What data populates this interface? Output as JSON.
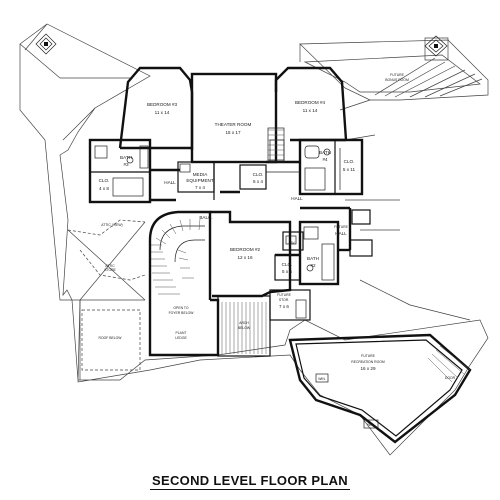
{
  "caption": "SECOND LEVEL FLOOR PLAN",
  "rooms": {
    "bedroom3_name": "BEDROOM #3",
    "bedroom3_dims": "11 x 14",
    "theater_name": "THEATER ROOM",
    "theater_dims": "15 x 17",
    "bedroom4_name": "BEDROOM #4",
    "bedroom4_dims": "11 x 14",
    "bath4_name": "BATH",
    "bath4_num": "#4",
    "clo_right_name": "CLO.",
    "clo_right_dims": "5 x 11",
    "bath3_name": "BATH",
    "bath3_num": "#3",
    "clo_left_name": "CLO.",
    "clo_left_dims": "4 x 8",
    "hall_left": "HALL",
    "media_name": "MEDIA",
    "media_sub": "EQUIPMENT",
    "media_dims": "7 x 4",
    "clo_mid_name": "CLO.",
    "clo_mid_dims": "5 x 4",
    "hall_right": "HALL",
    "bedroom2_name": "BEDROOM #2",
    "bedroom2_dims": "12 x 16",
    "balc": "BALC.",
    "attic_tl": "ATTIC (VIEW)",
    "roof_below": "ROOF BELOW",
    "attic_left": "ATTIC",
    "attic_left_sub": "STORE",
    "stair_open": "OPEN TO",
    "stair_open_sub": "FOYER BELOW",
    "plant_ledge": "PLANT",
    "plant_ledge_sub": "LEDGE",
    "arch_below": "ARCH",
    "arch_below_sub": "BELOW",
    "lav": "LAV.",
    "clo_b2_name": "CLO.",
    "clo_b2_dims": "5 x 6",
    "bath2_name": "BATH",
    "bath2_num": "#2",
    "hall_future": "FUTURE",
    "hall_future_sub": "HALL",
    "stor_name": "FUTURE",
    "stor_sub": "STOR.",
    "stor_dims": "7 x 6",
    "rec_name_top": "FUTURE",
    "rec_name": "RECREATION ROOM",
    "rec_dims": "16 x 29",
    "rec_win1": "WIN.",
    "rec_win2": "WIN.",
    "rec_door": "DOOR",
    "top_right_room": "FUTURE",
    "top_right_room_sub": "BONUS ROOM"
  }
}
